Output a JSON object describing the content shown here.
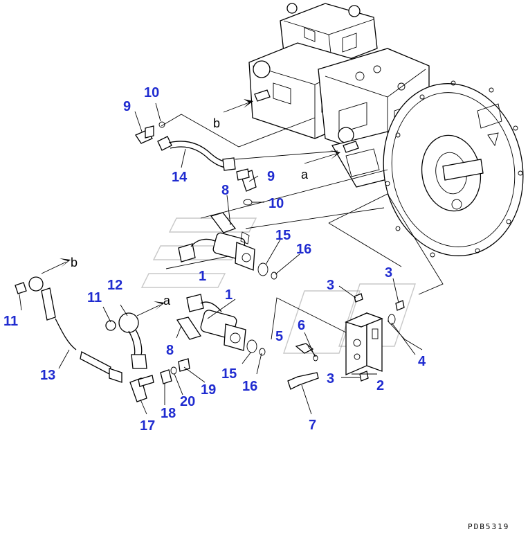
{
  "diagram": {
    "drawing_code": "PDB5319",
    "callouts": [
      {
        "id": "c1a",
        "label": "1"
      },
      {
        "id": "c1b",
        "label": "1"
      },
      {
        "id": "c2",
        "label": "2"
      },
      {
        "id": "c3a",
        "label": "3"
      },
      {
        "id": "c3b",
        "label": "3"
      },
      {
        "id": "c3c",
        "label": "3"
      },
      {
        "id": "c4",
        "label": "4"
      },
      {
        "id": "c5",
        "label": "5"
      },
      {
        "id": "c6",
        "label": "6"
      },
      {
        "id": "c7",
        "label": "7"
      },
      {
        "id": "c8a",
        "label": "8"
      },
      {
        "id": "c8b",
        "label": "8"
      },
      {
        "id": "c9a",
        "label": "9"
      },
      {
        "id": "c9b",
        "label": "9"
      },
      {
        "id": "c10a",
        "label": "10"
      },
      {
        "id": "c10b",
        "label": "10"
      },
      {
        "id": "c11a",
        "label": "11"
      },
      {
        "id": "c11b",
        "label": "11"
      },
      {
        "id": "c12",
        "label": "12"
      },
      {
        "id": "c13",
        "label": "13"
      },
      {
        "id": "c14",
        "label": "14"
      },
      {
        "id": "c15a",
        "label": "15"
      },
      {
        "id": "c15b",
        "label": "15"
      },
      {
        "id": "c16a",
        "label": "16"
      },
      {
        "id": "c16b",
        "label": "16"
      },
      {
        "id": "c17",
        "label": "17"
      },
      {
        "id": "c18",
        "label": "18"
      },
      {
        "id": "c19",
        "label": "19"
      },
      {
        "id": "c20",
        "label": "20"
      }
    ],
    "connection_letters": [
      {
        "id": "la1",
        "label": "a"
      },
      {
        "id": "la2",
        "label": "a"
      },
      {
        "id": "lb1",
        "label": "b"
      },
      {
        "id": "lb2",
        "label": "b"
      }
    ]
  }
}
